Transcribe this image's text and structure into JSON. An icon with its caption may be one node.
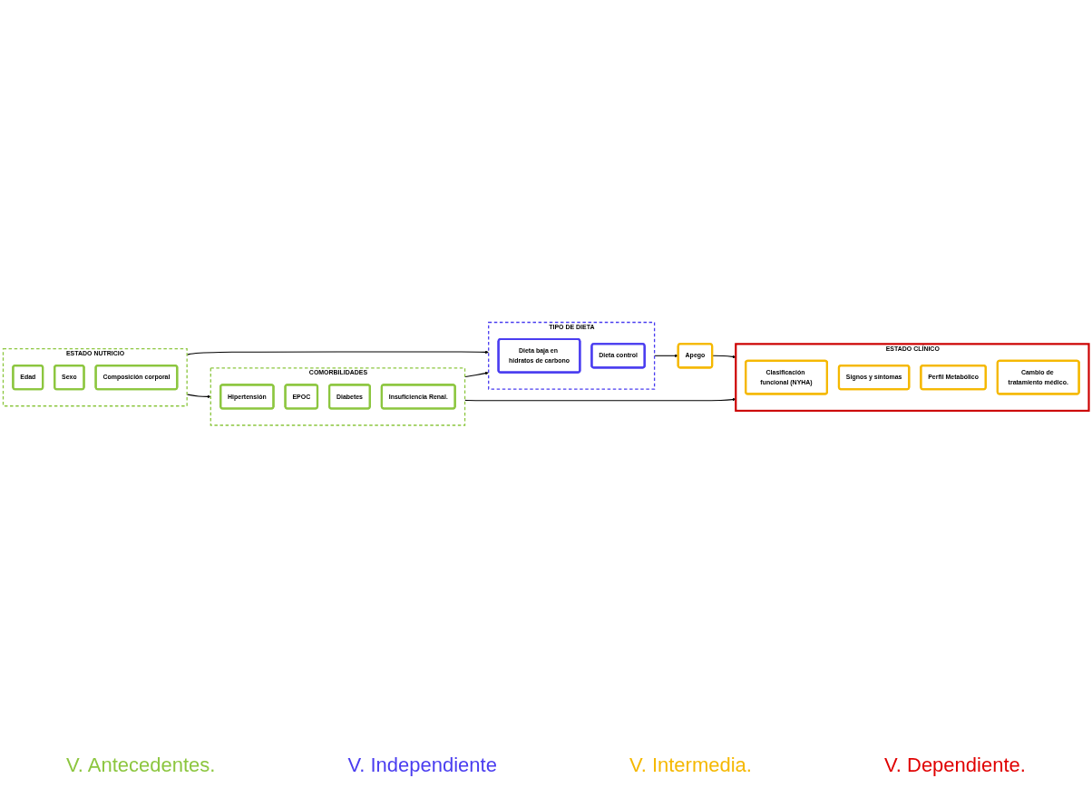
{
  "diagram": {
    "nodes": [
      {
        "text": [
          "ESTADO NUTRICIO"
        ]
      },
      {
        "text": [
          "Edad"
        ],
        "in": 0
      },
      {
        "text": [
          "Sexo"
        ],
        "in": 0
      },
      {
        "text": [
          "Composición corporal"
        ],
        "in": 0
      },
      {
        "text": [
          "COMORBILIDADES"
        ]
      },
      {
        "text": [
          "Hipertensión"
        ],
        "in": 4
      },
      {
        "text": [
          "EPOC"
        ],
        "in": 4
      },
      {
        "text": [
          "Diabetes"
        ],
        "in": 4
      },
      {
        "text": [
          "Insuficiencia Renal."
        ],
        "in": 4
      },
      {
        "text": [
          "TIPO DE DIETA"
        ]
      },
      {
        "text": [
          "Dieta baja en hidratos de carbono"
        ],
        "in": 9
      },
      {
        "text": [
          "Dieta control"
        ],
        "in": 9
      },
      {
        "text": [
          "Apego"
        ]
      },
      {
        "text": [
          "ESTADO CLÍNICO"
        ]
      },
      {
        "text": [
          "Clasificación funcional (NYHA)"
        ],
        "in": 13
      },
      {
        "text": [
          "Signos y síntomas"
        ],
        "in": 13
      },
      {
        "text": [
          "Perfil Metabólico"
        ],
        "in": 13
      },
      {
        "text": [
          "Cambio de tratamiento médico."
        ],
        "in": 13
      }
    ],
    "edges": [
      {
        "from": 0,
        "to": 4,
        "arrow": "to"
      },
      {
        "from": 0,
        "to": 9,
        "arrow": "to"
      },
      {
        "from": 4,
        "to": 9,
        "arrow": "to"
      },
      {
        "from": 9,
        "to": 12,
        "arrow": "to"
      },
      {
        "from": 12,
        "to": 13,
        "arrow": "to"
      },
      {
        "from": 4,
        "to": 13,
        "arrow": "to"
      }
    ],
    "labels": [
      "V. Antecedentes.",
      "V. Independiente",
      "V. Intermedia.",
      "V. Dependiente."
    ]
  }
}
